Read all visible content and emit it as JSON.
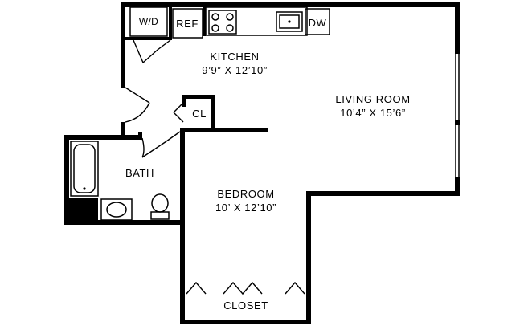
{
  "rooms": {
    "kitchen": {
      "name": "KITCHEN",
      "dims": "9’9” X 12’10”"
    },
    "living": {
      "name": "LIVING ROOM",
      "dims": "10’4” X 15’6”"
    },
    "bedroom": {
      "name": "BEDROOM",
      "dims": "10’ X 12’10”"
    },
    "bath": {
      "name": "BATH"
    },
    "closet": {
      "name": "CLOSET"
    },
    "cl": {
      "name": "CL"
    }
  },
  "fixtures": {
    "washer_dryer": "W/D",
    "refrigerator": "REF",
    "dishwasher": "DW"
  },
  "colors": {
    "wall": "#000000",
    "background": "#ffffff"
  }
}
